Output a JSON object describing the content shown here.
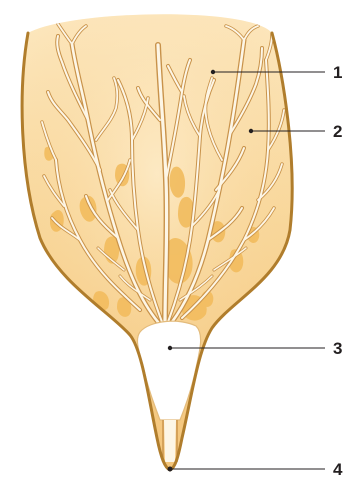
{
  "labels": [
    {
      "id": "1",
      "text": "1"
    },
    {
      "id": "2",
      "text": "2"
    },
    {
      "id": "3",
      "text": "3"
    },
    {
      "id": "4",
      "text": "4"
    }
  ],
  "colors": {
    "background": "#ffffff",
    "body_light": "#fbe3b6",
    "body_mid": "#f8d596",
    "body_dark": "#f3c170",
    "rim": "#b07d2c",
    "vessel_fill": "#fdf6e6",
    "vessel_edge": "#c08a3a",
    "patch": "#f3be62",
    "cavity": "#ffffff",
    "leader": "#231f20"
  }
}
